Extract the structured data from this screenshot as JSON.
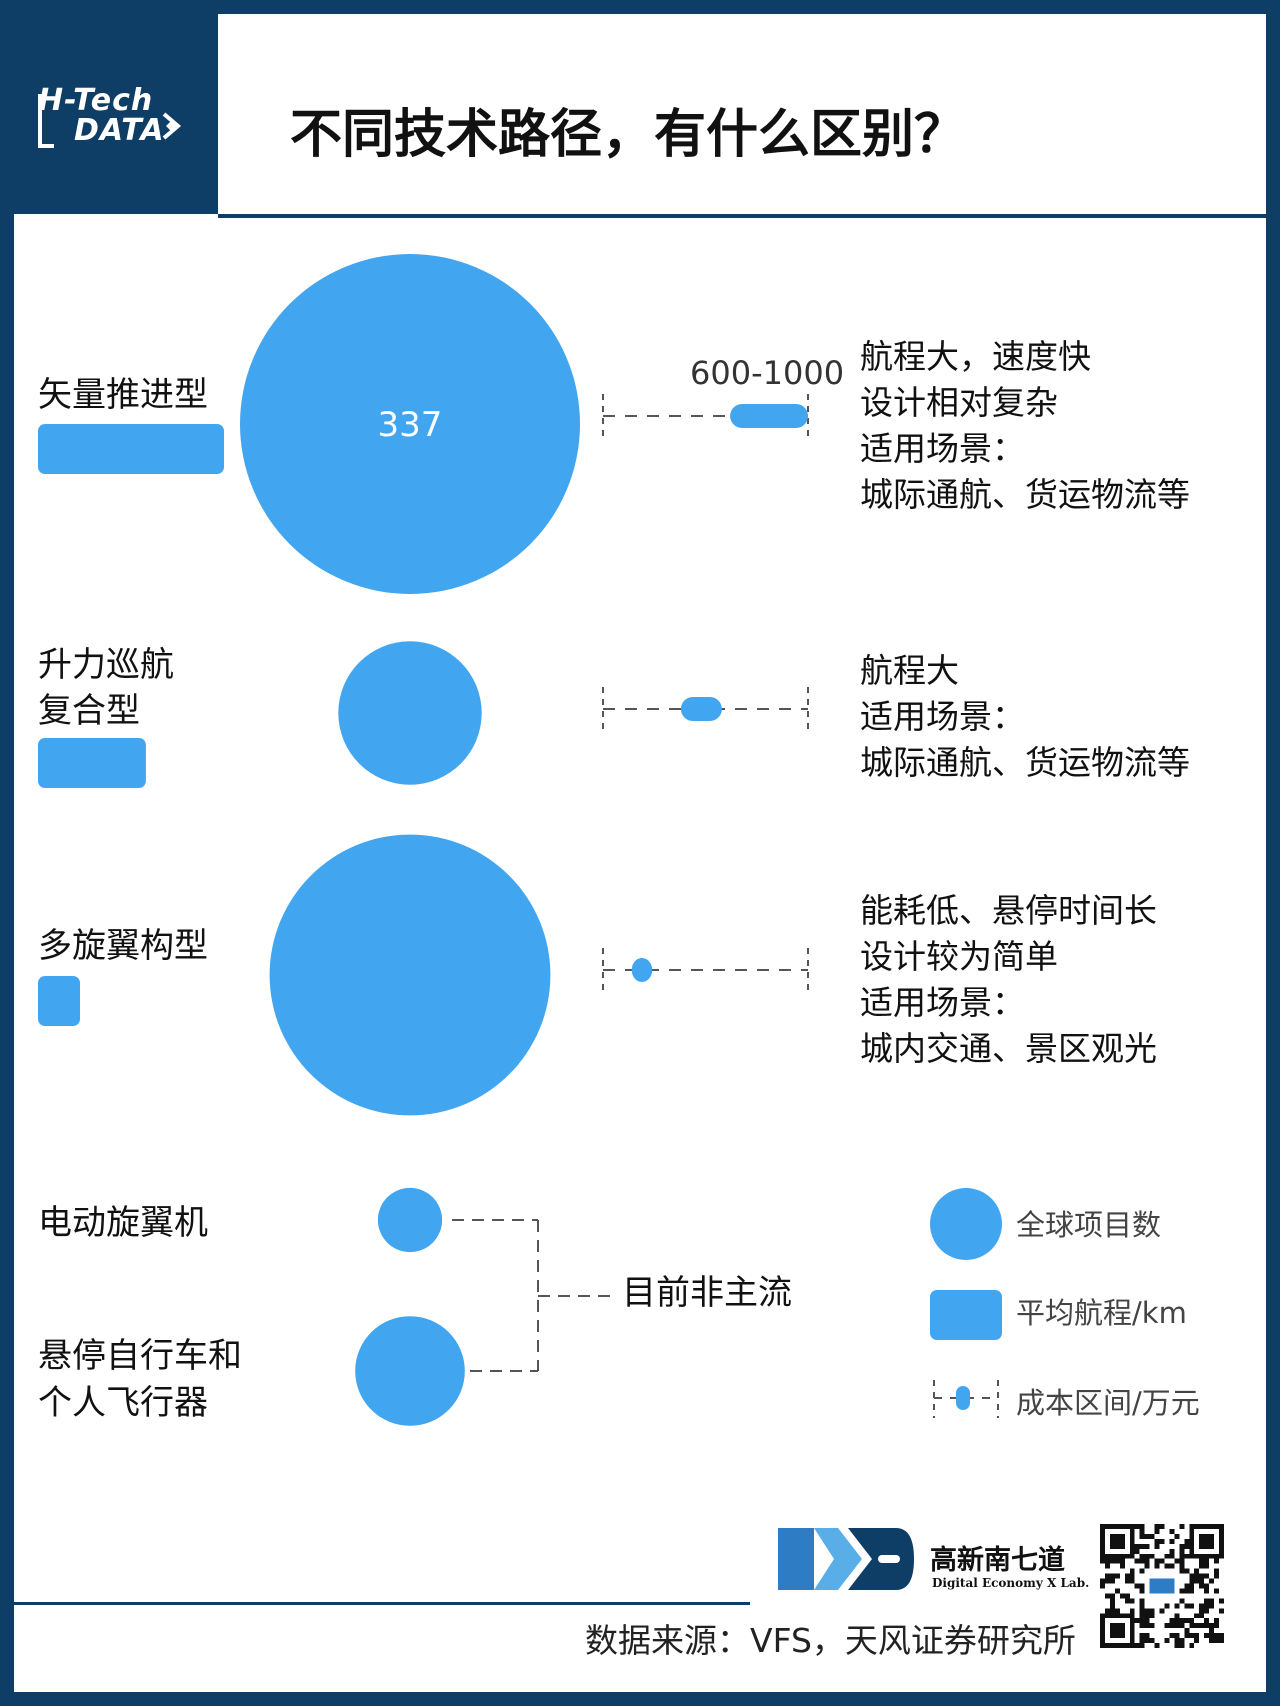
{
  "header": {
    "title": "不同技术路径，有什么区别？",
    "logo_line1": "H-Tech",
    "logo_line2": "DATA"
  },
  "colors": {
    "accent": "#42a5f0",
    "frame": "#0e3d66"
  },
  "chart_data": {
    "type": "bubble",
    "title": "",
    "categories": [
      "矢量推进型",
      "升力巡航复合型",
      "多旋翼构型",
      "电动旋翼机",
      "悬停自行车和个人飞行器"
    ],
    "series": [
      {
        "name": "全球项目数",
        "values": [
          337,
          null,
          null,
          null,
          null
        ],
        "data_label": "337"
      },
      {
        "name": "平均航程/km"
      },
      {
        "name": "成本区间/万元",
        "range_label": "600-1000"
      }
    ],
    "estimated_relative": {
      "project_count": [
        337,
        60,
        230,
        12,
        35
      ],
      "avg_range_scale": [
        1.0,
        0.58,
        0.22
      ],
      "cost_marker_fraction": [
        [
          0.62,
          1.0
        ],
        [
          0.38,
          0.58
        ],
        [
          0.14,
          0.24
        ]
      ]
    },
    "mainstream_rows": [
      {
        "name": "矢量推进型",
        "label_lines": [
          "矢量推进型"
        ],
        "desc": [
          "航程大，速度快",
          "设计相对复杂",
          "适用场景：",
          "城际通航、货运物流等"
        ]
      },
      {
        "name": "升力巡航复合型",
        "label_lines": [
          "升力巡航",
          "复合型"
        ],
        "desc": [
          "航程大",
          "适用场景：",
          "城际通航、货运物流等"
        ]
      },
      {
        "name": "多旋翼构型",
        "label_lines": [
          "多旋翼构型"
        ],
        "desc": [
          "能耗低、悬停时间长",
          "设计较为简单",
          "适用场景：",
          "城内交通、景区观光"
        ]
      }
    ],
    "non_mainstream": {
      "labels": [
        [
          "电动旋翼机"
        ],
        [
          "悬停自行车和",
          "个人飞行器"
        ]
      ],
      "group_label": "目前非主流"
    },
    "legend": [
      {
        "shape": "circle",
        "label": "全球项目数"
      },
      {
        "shape": "rect",
        "label": "平均航程/km"
      },
      {
        "shape": "range",
        "label": "成本区间/万元"
      }
    ]
  },
  "footer": {
    "source": "数据来源：VFS，天风证券研究所",
    "brand_cn": "高新南七道",
    "brand_en": "Digital Economy X Lab."
  }
}
